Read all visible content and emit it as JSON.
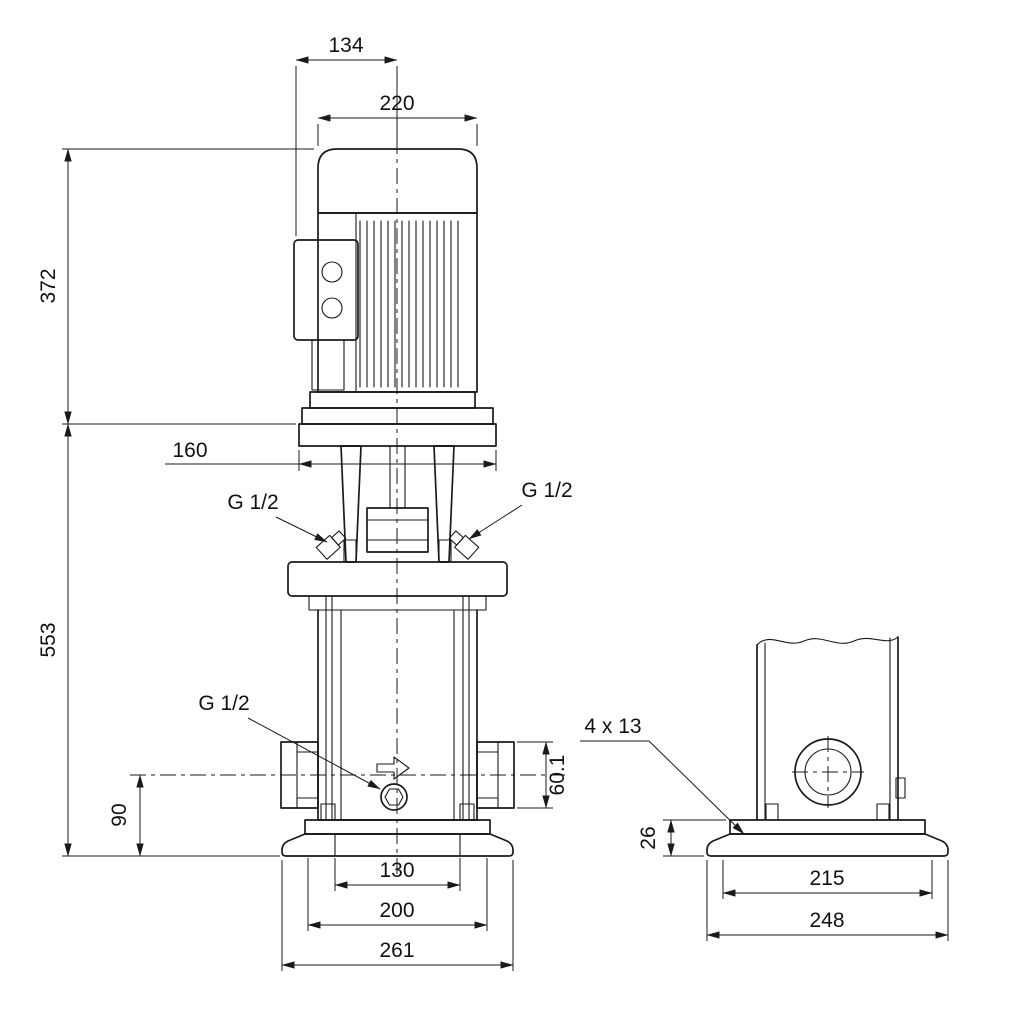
{
  "drawing_type": "pump-dimensional-drawing",
  "colors": {
    "ink": "#1a1a1a",
    "paper": "#ffffff"
  },
  "front_view": {
    "dims": {
      "d134": "134",
      "d220": "220",
      "d372": "372",
      "d160": "160",
      "d553": "553",
      "plug_top_left": "G 1/2",
      "plug_top_right": "G 1/2",
      "plug_drain": "G 1/2",
      "d90": "90",
      "d60_1": "60.1",
      "d130": "130",
      "d200": "200",
      "d261": "261"
    }
  },
  "side_view": {
    "dims": {
      "holes": "4 x 13",
      "d26": "26",
      "d215": "215",
      "d248": "248"
    }
  }
}
